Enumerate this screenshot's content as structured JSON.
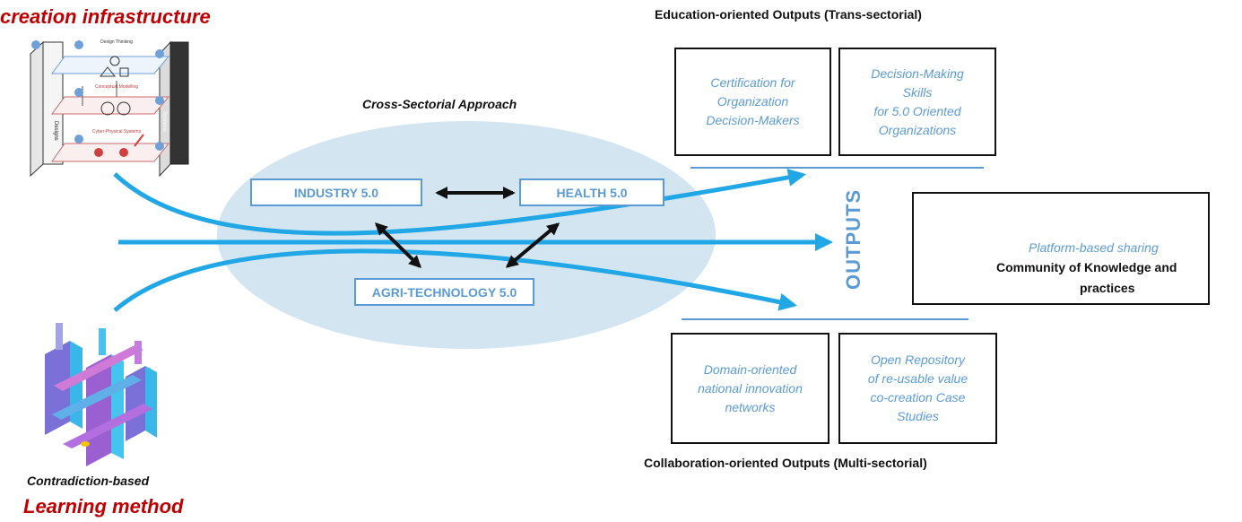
{
  "left": {
    "top_title": "creation infrastructure",
    "bottom_caption": "Contradiction-based",
    "bottom_title": "Learning method",
    "cube_side_left": "Designs",
    "cube_side_right": "Systems",
    "cube_layers": [
      "Design Thinking",
      "Conceptual Modelling",
      "Cyber-Physical Systems"
    ]
  },
  "center": {
    "approach_title": "Cross-Sectorial Approach",
    "sectors": [
      "INDUSTRY 5.0",
      "HEALTH 5.0",
      "AGRI-TECHNOLOGY 5.0"
    ]
  },
  "outputs": {
    "vertical_label": "OUTPUTS",
    "education_title": "Education-oriented Outputs (Trans-sectorial)",
    "collaboration_title": "Collaboration-oriented Outputs (Multi-sectorial)",
    "education_boxes": [
      "Certification for\nOrganization\nDecision-Makers",
      "Decision-Making\nSkills\nfor 5.0  Oriented\nOrganizations"
    ],
    "collaboration_boxes": [
      "Domain-oriented\nnational innovation\nnetworks",
      "Open Repository\nof re-usable value\nco-creation Case\nStudies"
    ]
  },
  "platform": {
    "italic_line": "Platform-based sharing",
    "bold_line1": "Community of Knowledge and",
    "bold_line2": "practices"
  },
  "colors": {
    "accent_blue": "#5b9bd5",
    "arrow_blue": "#21a7e6",
    "ellipse_fill": "#d3e5f0",
    "title_red": "#c00000"
  }
}
